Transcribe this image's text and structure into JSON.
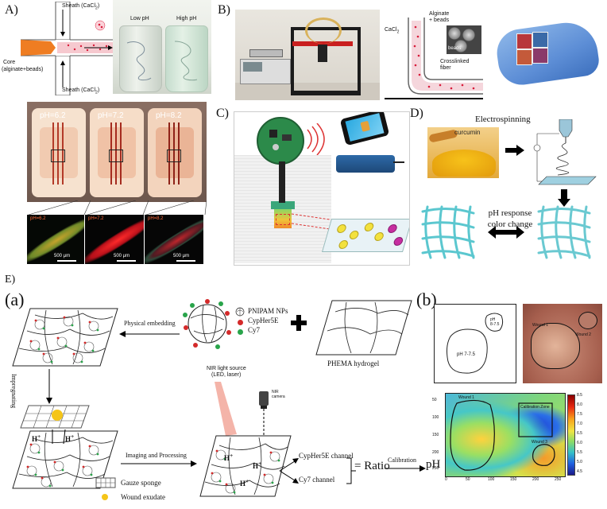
{
  "panelA": {
    "letter": "A)",
    "sheath_top": "Sheath (CaCl",
    "sheath_bottom": "Sheath (CaCl",
    "sub2": "2",
    "close_paren": ")",
    "core": "Core",
    "core_sub": "(alginate+beads)",
    "low_ph": "Low pH",
    "high_ph": "High pH",
    "ph_labels": [
      "pH=6.2",
      "pH=7.2",
      "pH=8.2"
    ],
    "scale_bar": "500 μm"
  },
  "panelB": {
    "letter": "B)",
    "cacl2": "CaCl",
    "alginate_beads": [
      "Alginate",
      "+ beads"
    ],
    "beads": "beads",
    "crosslinked_fiber": [
      "Crosslinked",
      "fiber"
    ]
  },
  "panelC": {
    "letter": "C)"
  },
  "panelD": {
    "letter": "D)",
    "curcumin": "curcumin",
    "electrospinning": "Electrospinning",
    "ph_response": [
      "pH response",
      "color change"
    ]
  },
  "panelE": {
    "letter": "E)",
    "sub_a": "(a)",
    "sub_b": "(b)",
    "physical_embedding": "Physical embedding",
    "legend": [
      "PNIPAM NPs",
      "CypHer5E",
      "Cy7"
    ],
    "phema": "PHEMA hydrogel",
    "impregnating": "Impregnating",
    "nir_source": [
      "NIR light source",
      "(LED, laser)"
    ],
    "nir_camera": [
      "NIR",
      "camera"
    ],
    "imaging": "Imaging and Processing",
    "gauze": "Gauze sponge",
    "wound_exudate": "Wound exudate",
    "h_plus": "H",
    "cypher_channel": "CypHer5E channel",
    "cy7_channel": "Cy7 channel",
    "equals_ratio": "= Ratio",
    "calibration": "Calibration",
    "ph_out": "pH",
    "ph_small": [
      "pH",
      "8-7.5"
    ],
    "ph_big": "pH 7-7.5",
    "wound1": "Wound 1",
    "wound2": "Wound 2",
    "calibration_zone": "Calibration Zone",
    "wound3": "Wound 3",
    "colorbar_ticks": [
      "8.5",
      "8.0",
      "7.5",
      "7.0",
      "6.5",
      "6.0",
      "5.5",
      "5.0",
      "4.5"
    ],
    "y_ticks": [
      "50",
      "100",
      "150",
      "200",
      "250"
    ],
    "x_ticks": [
      "0",
      "50",
      "100",
      "150",
      "200",
      "250"
    ]
  }
}
